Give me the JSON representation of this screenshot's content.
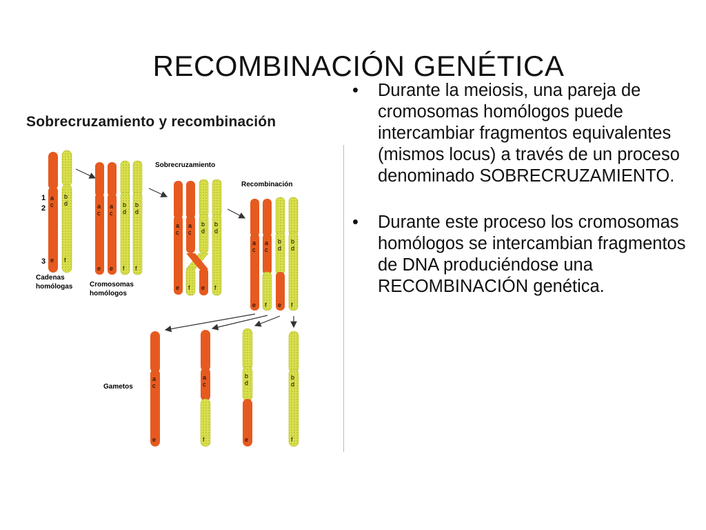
{
  "slide": {
    "title": "RECOMBINACIÓN GENÉTICA"
  },
  "figure": {
    "title": "Sobrecruzamiento y recombinación",
    "stage_labels": {
      "sobrecruzamiento": "Sobrecruzamiento",
      "recombinacion": "Recombinación",
      "cadenas_1": "Cadenas",
      "cadenas_2": "homólogas",
      "cromosomas_1": "Cromosomas",
      "cromosomas_2": "homólogos",
      "gametos": "Gametos"
    },
    "locus_numbers": [
      "1",
      "2",
      "3"
    ],
    "colors": {
      "orange": "#e65a1f",
      "yellow": "#d9e04a",
      "arrow": "#333333"
    }
  },
  "bullets": [
    {
      "symbol": "•",
      "text": "Durante la meiosis, una pareja de cromosomas homólogos puede intercambiar fragmentos equivalentes (mismos locus) a través de un proceso denominado SOBRECRUZAMIENTO."
    },
    {
      "symbol": "•",
      "text": "Durante este proceso los cromosomas homólogos se intercambian fragmentos de DNA produciéndose una RECOMBINACIÓN genética."
    }
  ]
}
